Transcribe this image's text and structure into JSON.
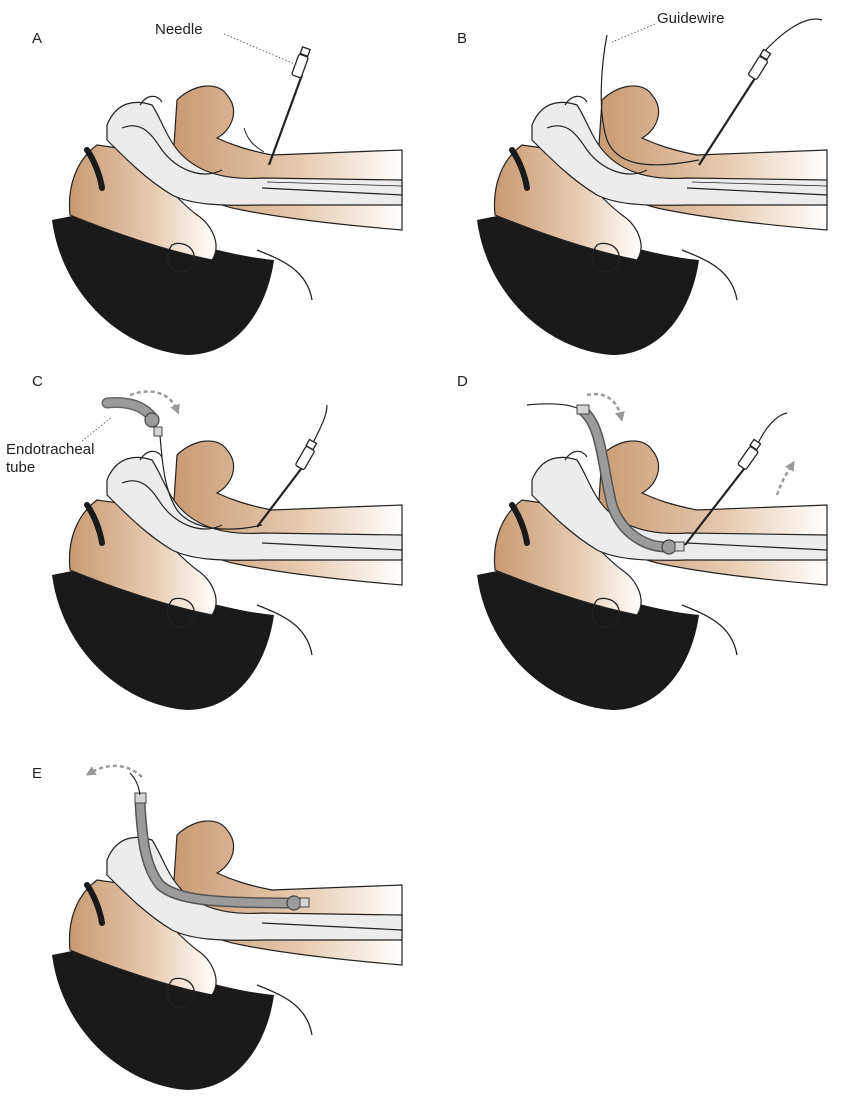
{
  "panels": [
    {
      "letter": "A",
      "callout": "Needle"
    },
    {
      "letter": "B",
      "callout": "Guidewire"
    },
    {
      "letter": "C",
      "callout": "Endotracheal\ntube"
    },
    {
      "letter": "D",
      "callout": ""
    },
    {
      "letter": "E",
      "callout": ""
    }
  ],
  "colors": {
    "skin": "#c89a73",
    "hair": "#1a1a1a",
    "airway": "#ececec",
    "line": "#222222",
    "tube": "#9b9b9b",
    "arrow": "#999999"
  }
}
